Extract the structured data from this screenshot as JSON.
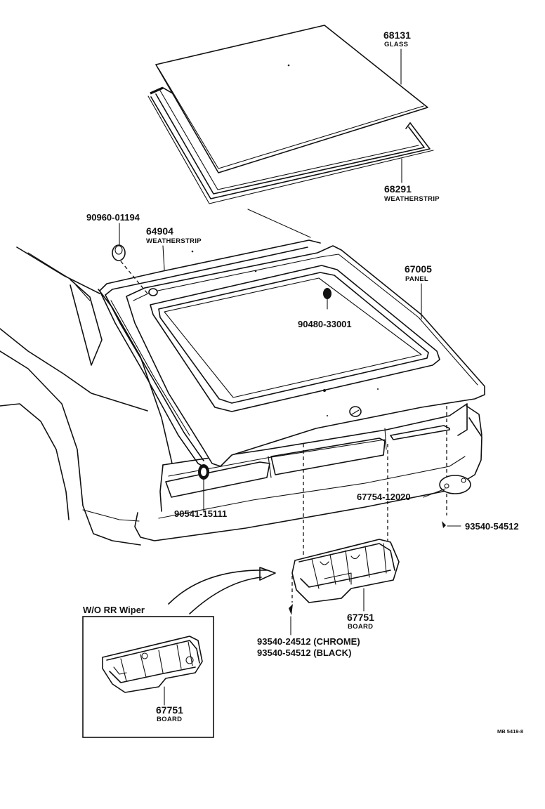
{
  "parts": {
    "glass": {
      "number": "68131",
      "name": "GLASS"
    },
    "glass_weatherstrip": {
      "number": "68291",
      "name": "WEATHERSTRIP"
    },
    "door_weatherstrip": {
      "number": "64904",
      "name": "WEATHERSTRIP"
    },
    "panel": {
      "number": "67005",
      "name": "PANEL"
    },
    "clip_90960": {
      "number": "90960-01194"
    },
    "plug_90480": {
      "number": "90480-33001"
    },
    "grommet_90541": {
      "number": "90541-15111"
    },
    "cover_67754": {
      "number": "67754-12020"
    },
    "screw_black": {
      "number": "93540-54512"
    },
    "board": {
      "number": "67751",
      "name": "BOARD"
    },
    "board_screw_chrome": {
      "number": "93540-24512 (CHROME)"
    },
    "board_screw_black": {
      "number": "93540-54512 (BLACK)"
    },
    "inset_board": {
      "number": "67751",
      "name": "BOARD"
    }
  },
  "inset": {
    "title": "W/O RR Wiper"
  },
  "footer": {
    "code": "MB 5419-8"
  }
}
